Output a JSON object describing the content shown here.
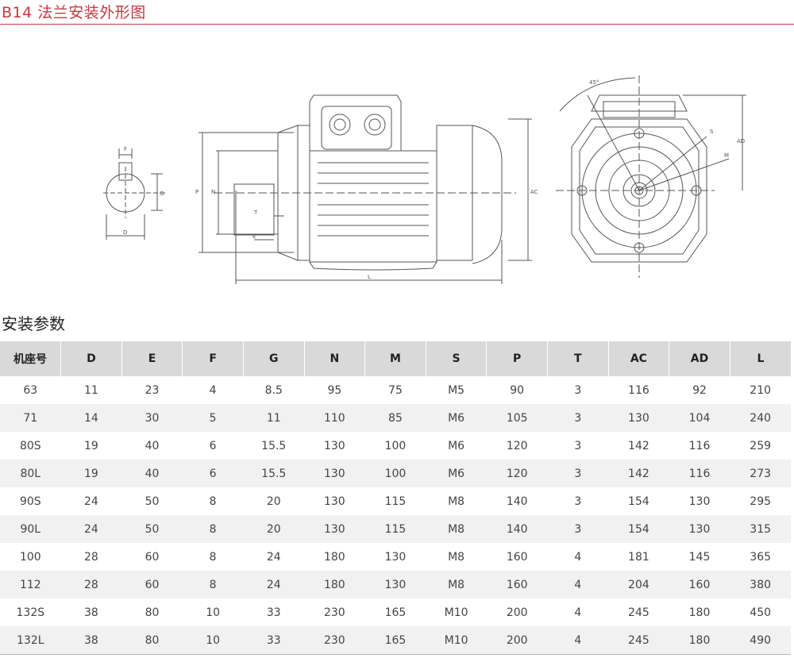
{
  "header": {
    "title": "B14 法兰安装外形图"
  },
  "drawing": {
    "shaft_labels": [
      "F",
      "G",
      "D"
    ],
    "side_labels": [
      "P",
      "N",
      "T",
      "E",
      "AC",
      "L"
    ],
    "front_labels": [
      "45°",
      "S",
      "M",
      "AD"
    ]
  },
  "section": {
    "title": "安装参数"
  },
  "table": {
    "headers": [
      "机座号",
      "D",
      "E",
      "F",
      "G",
      "N",
      "M",
      "S",
      "P",
      "T",
      "AC",
      "AD",
      "L"
    ],
    "rows": [
      [
        "63",
        "11",
        "23",
        "4",
        "8.5",
        "95",
        "75",
        "M5",
        "90",
        "3",
        "116",
        "92",
        "210"
      ],
      [
        "71",
        "14",
        "30",
        "5",
        "11",
        "110",
        "85",
        "M6",
        "105",
        "3",
        "130",
        "104",
        "240"
      ],
      [
        "80S",
        "19",
        "40",
        "6",
        "15.5",
        "130",
        "100",
        "M6",
        "120",
        "3",
        "142",
        "116",
        "259"
      ],
      [
        "80L",
        "19",
        "40",
        "6",
        "15.5",
        "130",
        "100",
        "M6",
        "120",
        "3",
        "142",
        "116",
        "273"
      ],
      [
        "90S",
        "24",
        "50",
        "8",
        "20",
        "130",
        "115",
        "M8",
        "140",
        "3",
        "154",
        "130",
        "295"
      ],
      [
        "90L",
        "24",
        "50",
        "8",
        "20",
        "130",
        "115",
        "M8",
        "140",
        "3",
        "154",
        "130",
        "315"
      ],
      [
        "100",
        "28",
        "60",
        "8",
        "24",
        "180",
        "130",
        "M8",
        "160",
        "4",
        "181",
        "145",
        "365"
      ],
      [
        "112",
        "28",
        "60",
        "8",
        "24",
        "180",
        "130",
        "M8",
        "160",
        "4",
        "204",
        "160",
        "380"
      ],
      [
        "132S",
        "38",
        "80",
        "10",
        "33",
        "230",
        "165",
        "M10",
        "200",
        "4",
        "245",
        "180",
        "450"
      ],
      [
        "132L",
        "38",
        "80",
        "10",
        "33",
        "230",
        "165",
        "M10",
        "200",
        "4",
        "245",
        "180",
        "490"
      ]
    ]
  }
}
